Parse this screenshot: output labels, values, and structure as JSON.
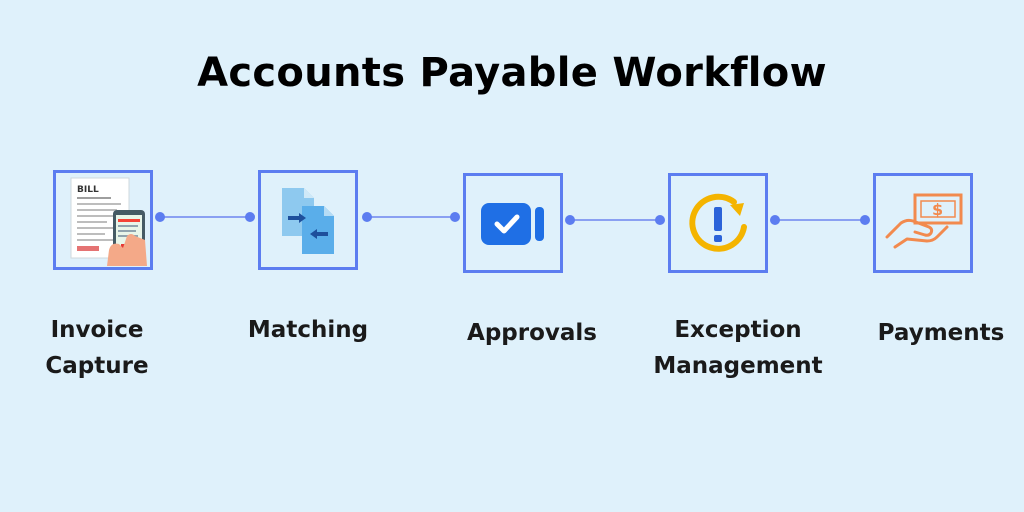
{
  "title": "Accounts Payable Workflow",
  "steps": [
    {
      "label": "Invoice\nCapture",
      "icon": "invoice-phone-icon"
    },
    {
      "label": "Matching",
      "icon": "matching-documents-icon"
    },
    {
      "label": "Approvals",
      "icon": "approval-check-icon"
    },
    {
      "label": "Exception\nManagement",
      "icon": "exception-alert-icon"
    },
    {
      "label": "Payments",
      "icon": "payment-hand-icon"
    }
  ],
  "invoice_doc_heading": "BILL",
  "colors": {
    "background": "#dff1fb",
    "box_border": "#5c7df0",
    "connector_dot": "#5c7df0",
    "connector_line": "#8aa0f2",
    "approval_blue": "#1f6fe5",
    "exception_yellow": "#f4b400",
    "payment_orange": "#f28a4e"
  }
}
